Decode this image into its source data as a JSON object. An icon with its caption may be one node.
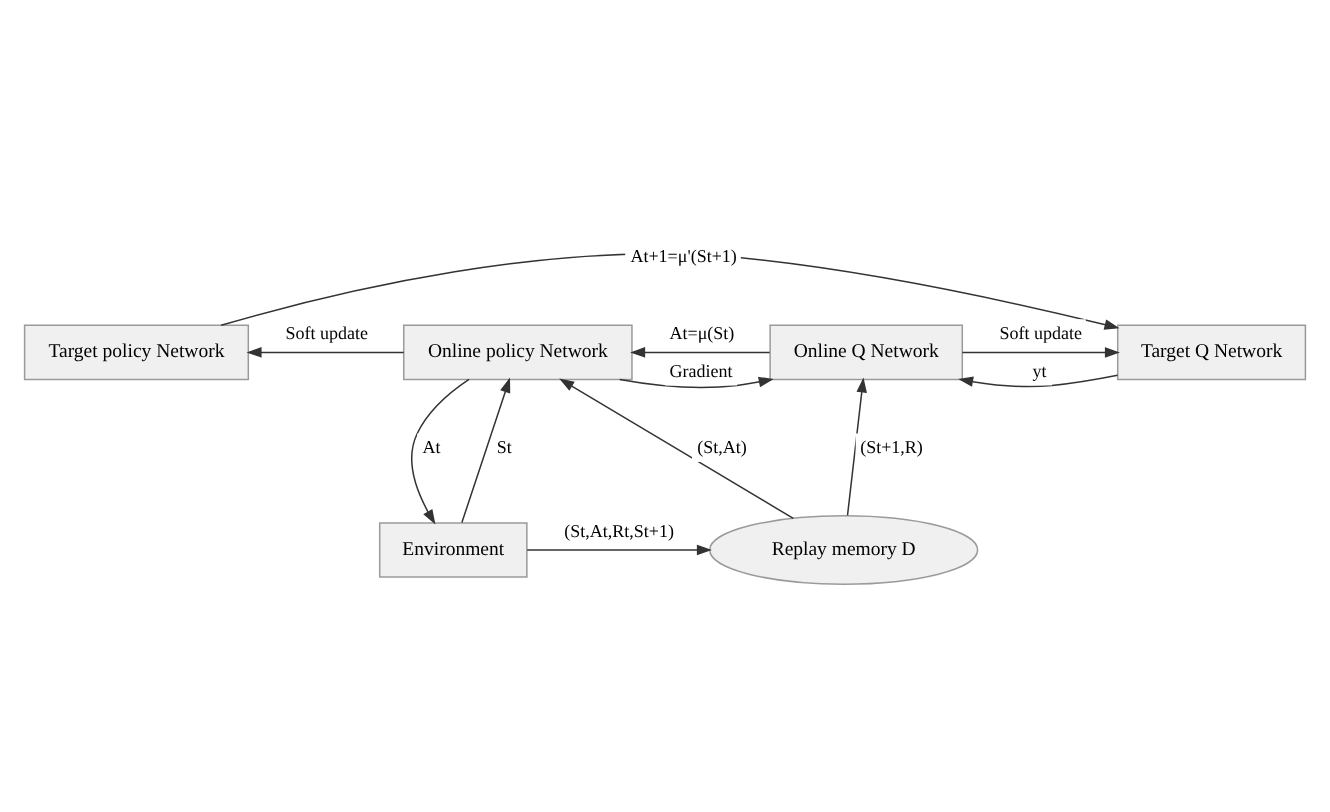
{
  "diagram": {
    "nodes": [
      {
        "text": [
          "Target policy Network"
        ]
      },
      {
        "text": [
          "Online policy Network"
        ]
      },
      {
        "text": [
          "Online Q Network"
        ]
      },
      {
        "text": [
          "Target Q Network"
        ]
      },
      {
        "text": [
          "Environment"
        ]
      },
      {
        "text": [
          "Replay memory D"
        ]
      }
    ],
    "edges": [
      {
        "from": 0,
        "to": 3,
        "arrow": "to",
        "label": "At+1=μ'(St+1)"
      },
      {
        "from": 1,
        "to": 0,
        "arrow": "to",
        "label": "Soft update"
      },
      {
        "from": 1,
        "to": 2,
        "arrow": "to",
        "label": "Gradient"
      },
      {
        "from": 2,
        "to": 1,
        "arrow": "to",
        "label": "At=μ(St)"
      },
      {
        "from": 2,
        "to": 3,
        "arrow": "to",
        "label": "Soft update"
      },
      {
        "from": 3,
        "to": 2,
        "arrow": "to",
        "label": "yt"
      },
      {
        "from": 1,
        "to": 4,
        "arrow": "to",
        "label": "At"
      },
      {
        "from": 4,
        "to": 1,
        "arrow": "to",
        "label": "St"
      },
      {
        "from": 5,
        "to": 1,
        "arrow": "to",
        "label": "(St,At)"
      },
      {
        "from": 4,
        "to": 5,
        "arrow": "to",
        "label": "(St,At,Rt,St+1)"
      },
      {
        "from": 5,
        "to": 2,
        "arrow": "to",
        "label": "(St+1,R)"
      }
    ]
  }
}
